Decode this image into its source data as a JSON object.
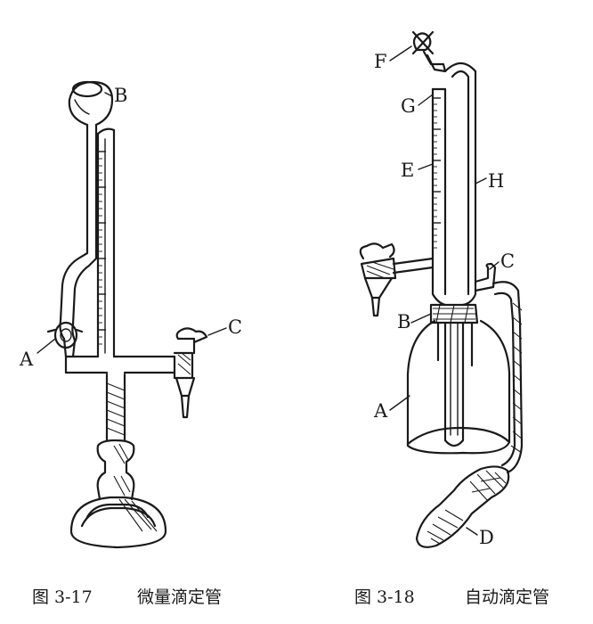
{
  "figures": [
    {
      "labels": {
        "A": "A",
        "B": "B",
        "C": "C"
      },
      "caption": {
        "number": "图 3-17",
        "title": "微量滴定管"
      }
    },
    {
      "labels": {
        "A": "A",
        "B": "B",
        "C": "C",
        "D": "D",
        "E": "E",
        "F": "F",
        "G": "G",
        "H": "H"
      },
      "caption": {
        "number": "图 3-18",
        "title": "自动滴定管"
      }
    }
  ]
}
